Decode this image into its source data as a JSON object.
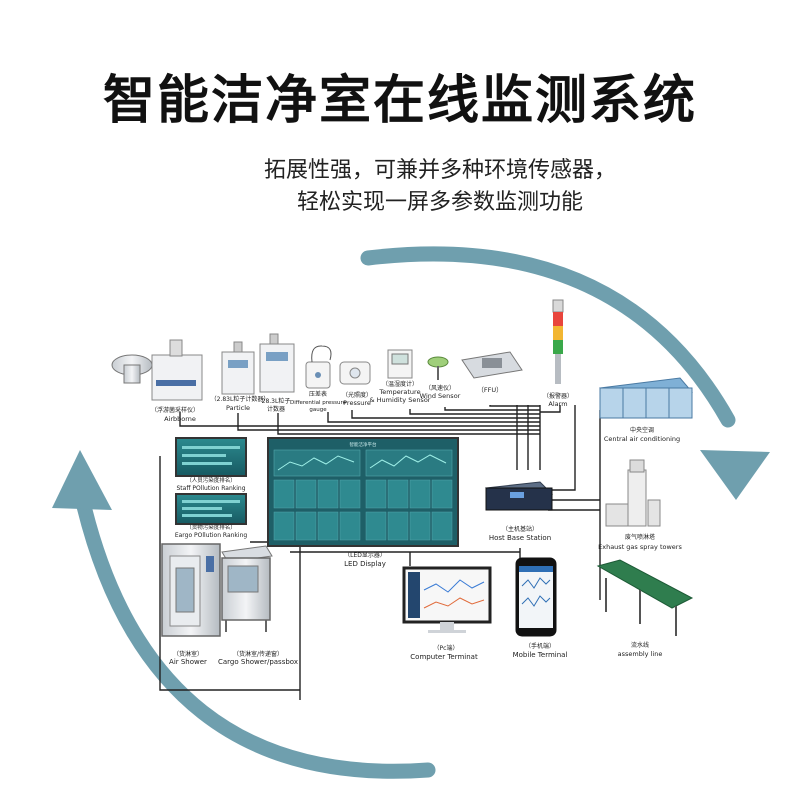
{
  "title": "智能洁净室在线监测系统",
  "subtitle_line1": "拓展性强，可兼并多种环境传感器，",
  "subtitle_line2": "轻松实现一屏多参数监测功能",
  "colors": {
    "arrow": "#6f9fae",
    "line": "#222222",
    "screen": "#1e6d75"
  },
  "devices": {
    "airborne": {
      "cn": "（浮游菌采样仪）",
      "en": "Airbborne"
    },
    "particle": {
      "cn": "（2.83L粒子计数器）",
      "en": "Particle"
    },
    "counter283": {
      "cn": "28.3L粒子",
      "cn2": "计数器"
    },
    "diffpressure": {
      "cn": "压差表",
      "en": "Differential pressure",
      "en2": "gauge"
    },
    "pressure": {
      "cn": "（光照度）",
      "en": "Pressure"
    },
    "temphum": {
      "cn": "（温湿度计）",
      "en": "Temperature",
      "en2": "& Humidity Sensor"
    },
    "wind": {
      "cn": "（风速仪）",
      "en": "Wind Sensor"
    },
    "ffu": {
      "en": "（FFU）"
    },
    "alarm": {
      "cn": "（报警器）",
      "en": "Alarm"
    }
  },
  "equipment": {
    "aircon": {
      "cn": "中央空调",
      "en": "Central air conditioning"
    },
    "exhaust": {
      "cn": "废气喷淋塔",
      "en": "Exhaust gas spray towers"
    },
    "assembly": {
      "cn": "流水线",
      "en": "assembly line"
    }
  },
  "staff_ranking": {
    "cn": "（人员污染度排名）",
    "en": "Staff POllution Ranking"
  },
  "cargo_ranking": {
    "cn": "（货物污染度排名）",
    "en": "Eargo POllution Ranking"
  },
  "led": {
    "cn": "（LED显示器）",
    "en": "LED Display",
    "screen_title": "智能洁净平台"
  },
  "host": {
    "cn": "（主机基站）",
    "en": "Host Base Station"
  },
  "computer": {
    "cn": "（Pc端）",
    "en": "Computer Terminat"
  },
  "mobile": {
    "cn": "（手机端）",
    "en": "Mobile Terminal"
  },
  "air_shower": {
    "cn": "（货淋室）",
    "en": "Air Shower"
  },
  "cargo_shower": {
    "cn": "（货淋室/传递窗）",
    "en": "Cargo Shower/passbox"
  }
}
